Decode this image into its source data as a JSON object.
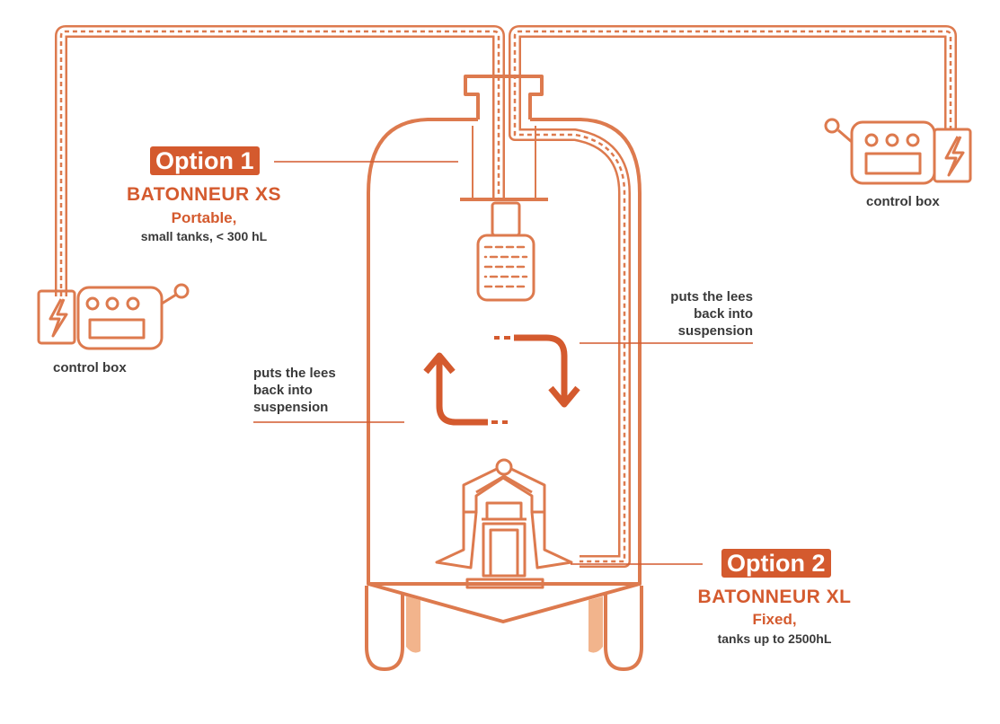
{
  "colors": {
    "accent": "#d45a2e",
    "line": "#dd7a4e",
    "lees_fill": "#f2b48c",
    "text_dark": "#3a3a3a"
  },
  "option1": {
    "badge": "Option 1",
    "product": "BATONNEUR XS",
    "type": "Portable,",
    "detail": "small tanks, < 300 hL"
  },
  "option2": {
    "badge": "Option 2",
    "product": "BATONNEUR XL",
    "type": "Fixed,",
    "detail": "tanks up to 2500hL"
  },
  "control_box_left": {
    "label": "control box",
    "icons": [
      "lightning-icon",
      "dial-icon"
    ]
  },
  "control_box_right": {
    "label": "control box",
    "icons": [
      "lightning-icon",
      "dial-icon"
    ]
  },
  "flow_left": {
    "lines": [
      "puts the lees",
      "back into",
      "suspension"
    ]
  },
  "flow_right": {
    "lines": [
      "puts the lees",
      "back into",
      "suspension"
    ]
  }
}
